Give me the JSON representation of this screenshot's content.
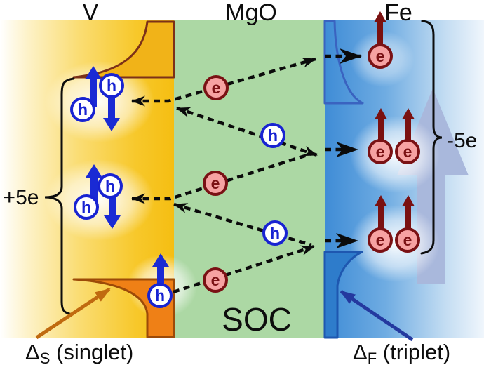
{
  "regions": {
    "left": {
      "label": "V"
    },
    "middle": {
      "label": "MgO"
    },
    "right": {
      "label": "Fe"
    }
  },
  "charge_labels": {
    "left": "+5e",
    "right": "-5e"
  },
  "soc_label": "SOC",
  "captions": {
    "singlet": {
      "symbol": "Δ",
      "sub": "S",
      "text": " (singlet)"
    },
    "triplet": {
      "symbol": "Δ",
      "sub": "F",
      "text": " (triplet)"
    }
  },
  "particle_labels": {
    "electron": "e",
    "hole": "h"
  },
  "colors": {
    "v_region_gold": "#f5be12",
    "mgo_region_green": "#acd8a4",
    "fe_region_blue": "#3f8cd6",
    "v_band_outline": "#7c3118",
    "v_band_bottom_fill": "#ef8016",
    "fe_band_outline": "#3a63c0",
    "fe_band_bottom_fill": "#2e7ccb",
    "electron_red": "#7a1114",
    "hole_blue": "#1823d2",
    "spin_up_blue": "#1a2ad4",
    "spin_up_maroon": "#7a1111",
    "big_spin_arrow": "#a9b8dc",
    "singlet_pointer": "#c06a10",
    "triplet_pointer": "#24399f"
  }
}
